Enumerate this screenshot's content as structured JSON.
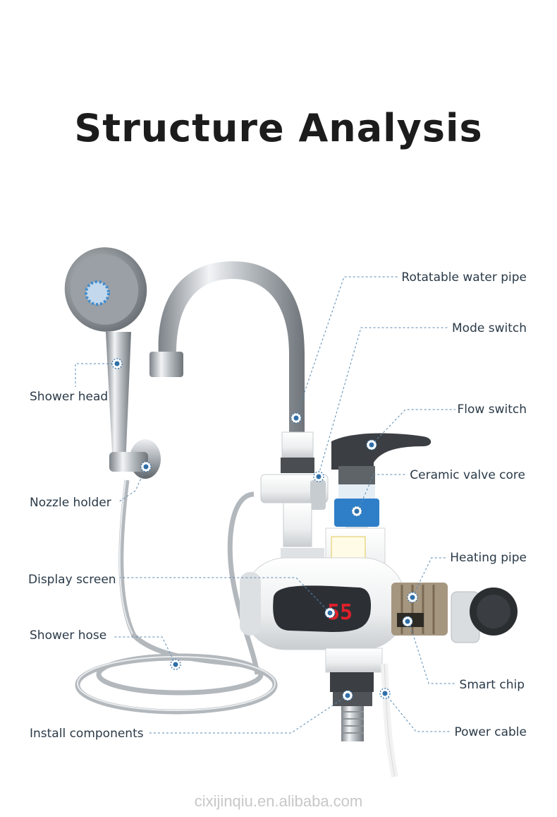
{
  "title": "Structure Analysis",
  "watermark": "cixijinqiu.en.alibaba.com",
  "colors": {
    "accent": "#2f6fa8",
    "display_digits": "#e0202a",
    "title": "#1c1c1c"
  },
  "callouts": [
    {
      "id": "rotatable-water-pipe",
      "text": "Rotatable water pipe"
    },
    {
      "id": "mode-switch",
      "text": "Mode switch"
    },
    {
      "id": "flow-switch",
      "text": "Flow switch"
    },
    {
      "id": "ceramic-valve-core",
      "text": "Ceramic valve core"
    },
    {
      "id": "heating-pipe",
      "text": "Heating pipe"
    },
    {
      "id": "smart-chip",
      "text": "Smart chip"
    },
    {
      "id": "power-cable",
      "text": "Power cable"
    },
    {
      "id": "shower-head",
      "text": "Shower head"
    },
    {
      "id": "nozzle-holder",
      "text": "Nozzle holder"
    },
    {
      "id": "display-screen",
      "text": "Display screen"
    },
    {
      "id": "shower-hose",
      "text": "Shower hose"
    },
    {
      "id": "install-components",
      "text": "Install components"
    }
  ],
  "display": {
    "reading": "55"
  }
}
